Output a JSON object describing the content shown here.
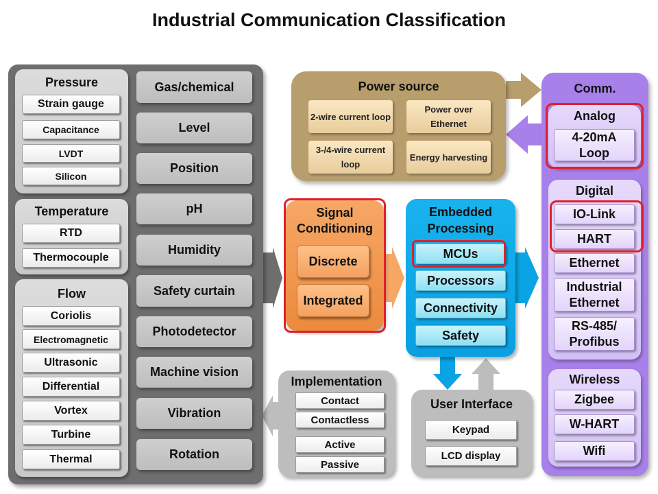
{
  "title": "Industrial Communication Classification",
  "sensors": {
    "pressure": {
      "title": "Pressure",
      "items": [
        "Strain gauge",
        "Capacitance",
        "LVDT",
        "Silicon"
      ]
    },
    "temperature": {
      "title": "Temperature",
      "items": [
        "RTD",
        "Thermocouple"
      ]
    },
    "flow": {
      "title": "Flow",
      "items": [
        "Coriolis",
        "Electromagnetic",
        "Ultrasonic",
        "Differential",
        "Vortex",
        "Turbine",
        "Thermal"
      ]
    },
    "other": [
      "Gas/chemical",
      "Level",
      "Position",
      "pH",
      "Humidity",
      "Safety curtain",
      "Photodetector",
      "Machine vision",
      "Vibration",
      "Rotation"
    ]
  },
  "power": {
    "title": "Power source",
    "items": [
      "2-wire current loop",
      "Power over Ethernet",
      "3-/4-wire current loop",
      "Energy harvesting"
    ]
  },
  "signal": {
    "title": "Signal Conditioning",
    "items": [
      "Discrete",
      "Integrated"
    ]
  },
  "embedded": {
    "title": "Embedded Processing",
    "items": [
      "MCUs",
      "Processors",
      "Connectivity",
      "Safety"
    ]
  },
  "comm": {
    "title": "Comm.",
    "analog": {
      "title": "Analog",
      "items": [
        "4-20mA Loop"
      ]
    },
    "digital": {
      "title": "Digital",
      "items": [
        "IO-Link",
        "HART",
        "Ethernet",
        "Industrial Ethernet",
        "RS-485/ Profibus"
      ]
    },
    "wireless": {
      "title": "Wireless",
      "items": [
        "Zigbee",
        "W-HART",
        "Wifi"
      ]
    }
  },
  "implementation": {
    "title": "Implementation",
    "items": [
      "Contact",
      "Contactless",
      "Active",
      "Passive"
    ]
  },
  "user_interface": {
    "title": "User Interface",
    "items": [
      "Keypad",
      "LCD display"
    ]
  },
  "colors": {
    "sensor_panel": "#6e6e6e",
    "power_panel": "#b89e6d",
    "signal_panel": "#ec8a3d",
    "embedded_panel": "#0a9fe0",
    "comm_panel": "#a880ea",
    "highlight": "#e0202a"
  }
}
